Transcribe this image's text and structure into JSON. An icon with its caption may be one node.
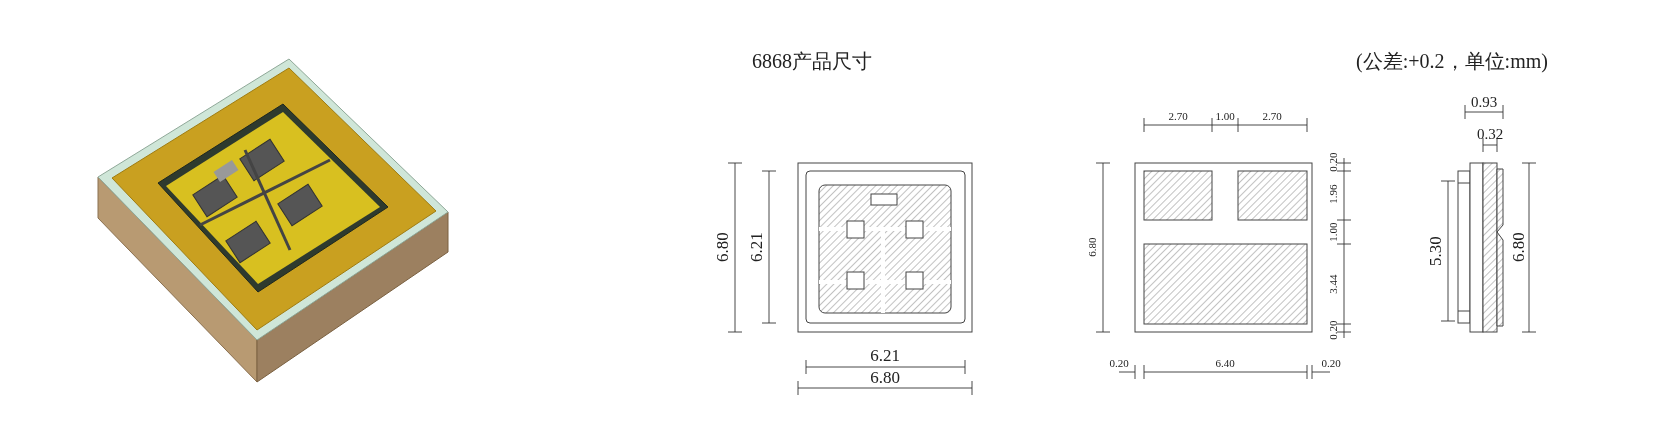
{
  "diagram": {
    "title": "6868产品尺寸",
    "labels": [
      "(公差:+0.2，单位:mm)",
      "6.80",
      "6.21",
      "6.21",
      "6.80",
      "2.70",
      "1.00",
      "2.70",
      "6.80",
      "0.20",
      "1.96",
      "1.00",
      "3.44",
      "0.20",
      "0.20",
      "6.40",
      "0.20",
      "0.93",
      "0.32",
      "5.30",
      "6.80"
    ]
  }
}
